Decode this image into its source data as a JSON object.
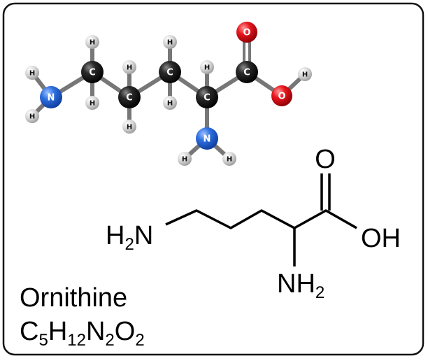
{
  "compound": {
    "name": "Ornithine",
    "formula": [
      {
        "t": "C",
        "sub": "5"
      },
      {
        "t": "H",
        "sub": "12"
      },
      {
        "t": "N",
        "sub": "2"
      },
      {
        "t": "O",
        "sub": "2"
      }
    ]
  },
  "ball_and_stick": {
    "colors": {
      "C": "#111111",
      "H": "#cfcfcf",
      "N": "#2466d8",
      "O": "#e0131a",
      "bond": "#777777"
    },
    "atoms": [
      {
        "id": "n1",
        "el": "N"
      },
      {
        "id": "c1",
        "el": "C"
      },
      {
        "id": "c2",
        "el": "C"
      },
      {
        "id": "c3",
        "el": "C"
      },
      {
        "id": "c4",
        "el": "C"
      },
      {
        "id": "c5",
        "el": "C"
      },
      {
        "id": "o1",
        "el": "O"
      },
      {
        "id": "o2",
        "el": "O"
      },
      {
        "id": "n2",
        "el": "N"
      },
      {
        "id": "hn1a",
        "el": "H"
      },
      {
        "id": "hn1b",
        "el": "H"
      },
      {
        "id": "hc1a",
        "el": "H"
      },
      {
        "id": "hc1b",
        "el": "H"
      },
      {
        "id": "hc2a",
        "el": "H"
      },
      {
        "id": "hc2b",
        "el": "H"
      },
      {
        "id": "hc3a",
        "el": "H"
      },
      {
        "id": "hc3b",
        "el": "H"
      },
      {
        "id": "hc4",
        "el": "H"
      },
      {
        "id": "ho2",
        "el": "H"
      },
      {
        "id": "hn2a",
        "el": "H"
      },
      {
        "id": "hn2b",
        "el": "H"
      }
    ]
  },
  "skeletal": {
    "labels": {
      "amine_left": {
        "main": "H",
        "sub": "2",
        "tail": "N"
      },
      "oxo": "O",
      "hydroxyl": "OH",
      "amine_bottom": {
        "main": "NH",
        "sub": "2"
      }
    }
  }
}
